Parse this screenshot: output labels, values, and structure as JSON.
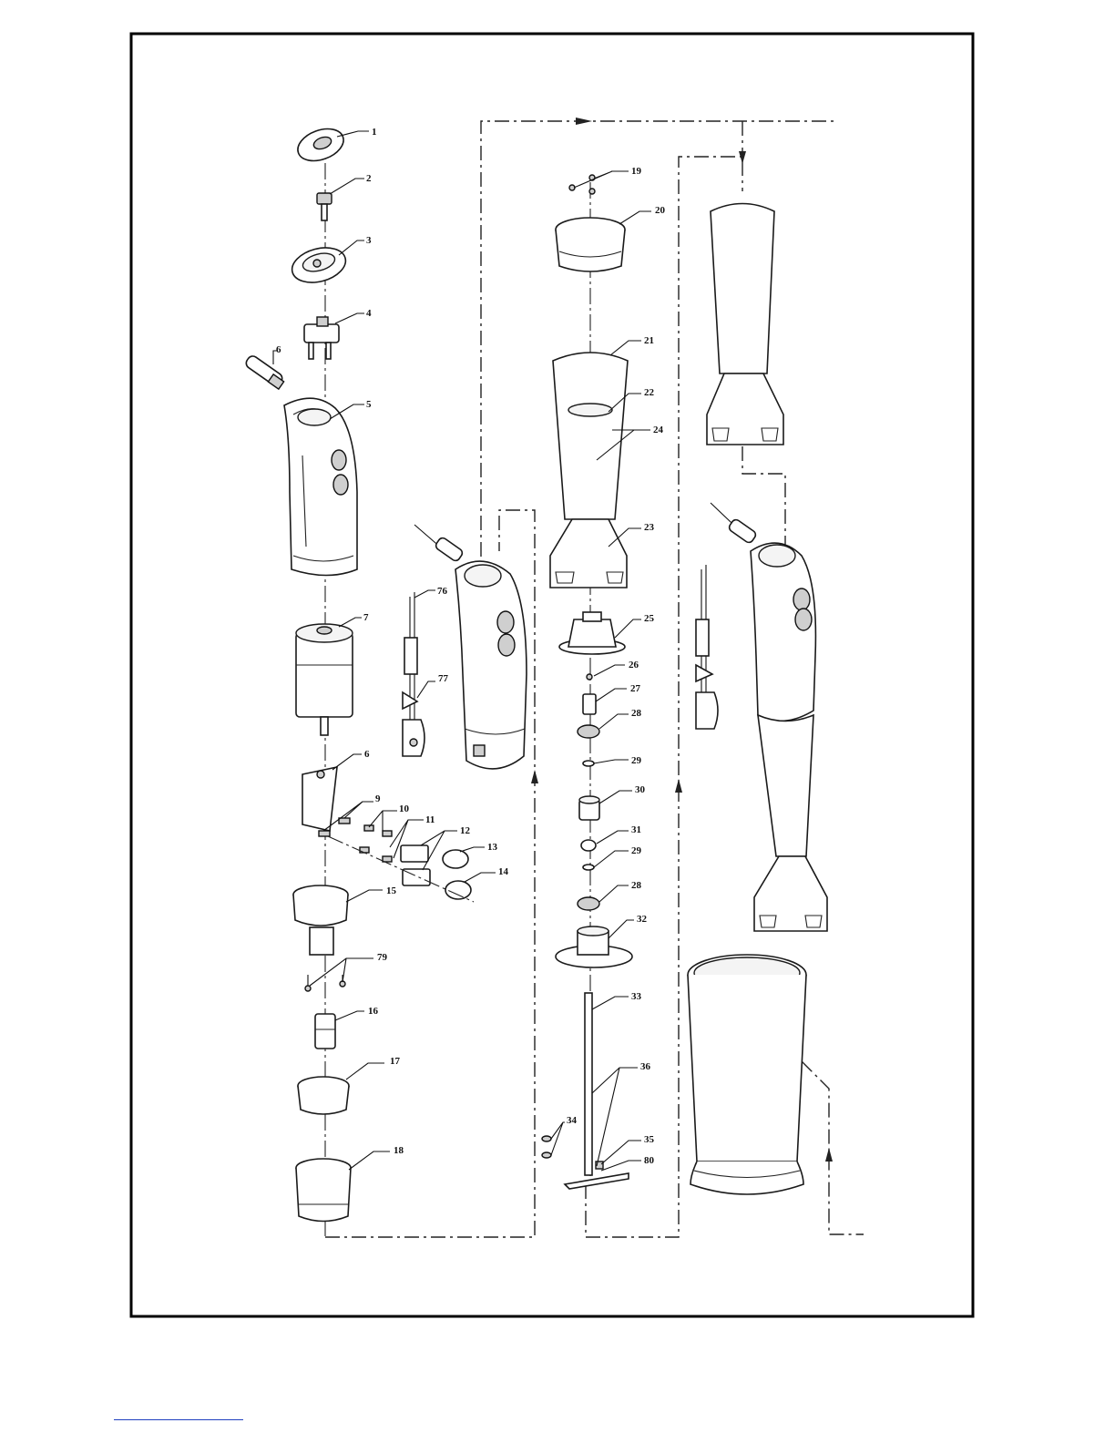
{
  "parts": [
    {
      "id": "1",
      "label": "1"
    },
    {
      "id": "2",
      "label": "2"
    },
    {
      "id": "3",
      "label": "3"
    },
    {
      "id": "4",
      "label": "4"
    },
    {
      "id": "5",
      "label": "5"
    },
    {
      "id": "6a",
      "label": "6"
    },
    {
      "id": "7",
      "label": "7"
    },
    {
      "id": "6b",
      "label": "6"
    },
    {
      "id": "9",
      "label": "9"
    },
    {
      "id": "10",
      "label": "10"
    },
    {
      "id": "11",
      "label": "11"
    },
    {
      "id": "12",
      "label": "12"
    },
    {
      "id": "13",
      "label": "13"
    },
    {
      "id": "14",
      "label": "14"
    },
    {
      "id": "15",
      "label": "15"
    },
    {
      "id": "79",
      "label": "79"
    },
    {
      "id": "16",
      "label": "16"
    },
    {
      "id": "17",
      "label": "17"
    },
    {
      "id": "18",
      "label": "18"
    },
    {
      "id": "76",
      "label": "76"
    },
    {
      "id": "77",
      "label": "77"
    },
    {
      "id": "19",
      "label": "19"
    },
    {
      "id": "20",
      "label": "20"
    },
    {
      "id": "21",
      "label": "21"
    },
    {
      "id": "22",
      "label": "22"
    },
    {
      "id": "24",
      "label": "24"
    },
    {
      "id": "23",
      "label": "23"
    },
    {
      "id": "25",
      "label": "25"
    },
    {
      "id": "26",
      "label": "26"
    },
    {
      "id": "27",
      "label": "27"
    },
    {
      "id": "28a",
      "label": "28"
    },
    {
      "id": "29a",
      "label": "29"
    },
    {
      "id": "30",
      "label": "30"
    },
    {
      "id": "31",
      "label": "31"
    },
    {
      "id": "29b",
      "label": "29"
    },
    {
      "id": "28b",
      "label": "28"
    },
    {
      "id": "32",
      "label": "32"
    },
    {
      "id": "33",
      "label": "33"
    },
    {
      "id": "36",
      "label": "36"
    },
    {
      "id": "34",
      "label": "34"
    },
    {
      "id": "35",
      "label": "35"
    },
    {
      "id": "80",
      "label": "80"
    }
  ]
}
